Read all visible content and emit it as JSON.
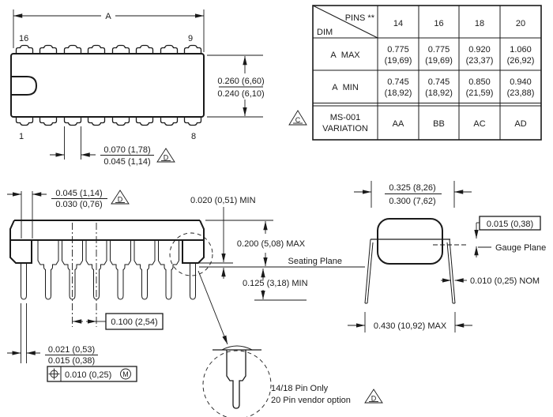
{
  "notes": {
    "triangle_c": "C",
    "triangle_d": "D",
    "modifier_m": "M"
  },
  "table": {
    "corner_top": "PINS **",
    "corner_bottom": "DIM",
    "col_headers": [
      "14",
      "16",
      "18",
      "20"
    ],
    "row_a_max": {
      "label": "A  MAX",
      "inch": [
        "0.775",
        "0.775",
        "0.920",
        "1.060"
      ],
      "mm": [
        "(19,69)",
        "(19,69)",
        "(23,37)",
        "(26,92)"
      ]
    },
    "row_a_min": {
      "label": "A  MIN",
      "inch": [
        "0.745",
        "0.745",
        "0.850",
        "0.940"
      ],
      "mm": [
        "(18,92)",
        "(18,92)",
        "(21,59)",
        "(23,88)"
      ]
    },
    "row_variation": {
      "label_line1": "MS-001",
      "label_line2": "VARIATION",
      "values": [
        "AA",
        "BB",
        "AC",
        "AD"
      ]
    }
  },
  "top_view": {
    "length_label": "A",
    "pin_top_left": "16",
    "pin_top_right": "9",
    "pin_bottom_left": "1",
    "pin_bottom_right": "8",
    "body_width_max": "0.260 (6,60)",
    "body_width_min": "0.240 (6,10)",
    "lead_shoulder_max": "0.070 (1,78)",
    "lead_shoulder_min": "0.045 (1,14)"
  },
  "side_view": {
    "lead_offset_max": "0.045 (1,14)",
    "lead_offset_min": "0.030 (0,76)",
    "standoff_min": "0.020 (0,51) MIN",
    "body_height_max": "0.200 (5,08) MAX",
    "seating_plane_label": "Seating Plane",
    "lead_below_min": "0.125 (3,18) MIN",
    "lead_pitch": "0.100 (2,54)",
    "lead_width_max": "0.021 (0,53)",
    "lead_width_min": "0.015 (0,38)",
    "true_position_tol": "0.010 (0,25)"
  },
  "pin_detail": {
    "note_line1": "14/18 Pin Only",
    "note_line2": "20 Pin vendor option"
  },
  "end_view": {
    "row_spacing_max": "0.325 (8,26)",
    "row_spacing_min": "0.300 (7,62)",
    "gauge_offset": "0.015 (0,38)",
    "gauge_plane_label": "Gauge Plane",
    "lead_thickness_nom": "0.010 (0,25) NOM",
    "lead_spread_max": "0.430 (10,92) MAX"
  }
}
